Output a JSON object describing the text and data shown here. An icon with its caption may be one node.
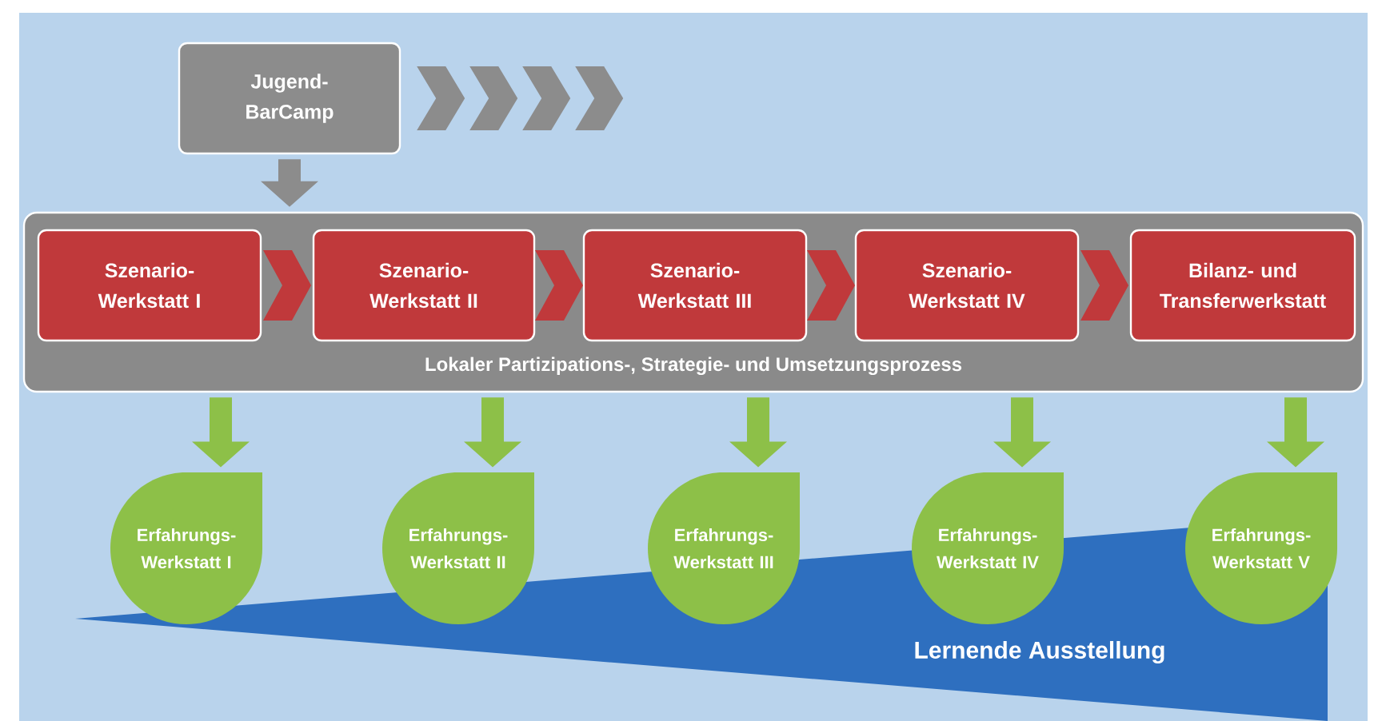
{
  "diagram": {
    "nodes": [
      {
        "text": [
          "Jugend- BarCamp"
        ]
      },
      {
        "text": [
          "Lokaler Partizipations-, Strategie- und Umsetzungsprozess"
        ]
      },
      {
        "text": [
          "Szenario- Werkstatt I"
        ],
        "in": 1
      },
      {
        "text": [
          "Szenario- Werkstatt II"
        ],
        "in": 1
      },
      {
        "text": [
          "Szenario- Werkstatt III"
        ],
        "in": 1
      },
      {
        "text": [
          "Szenario- Werkstatt IV"
        ],
        "in": 1
      },
      {
        "text": [
          "Bilanz- und Transferwerkstatt"
        ],
        "in": 1
      },
      {
        "text": [
          "Erfahrungs- Werkstatt I"
        ]
      },
      {
        "text": [
          "Erfahrungs- Werkstatt II"
        ]
      },
      {
        "text": [
          "Erfahrungs- Werkstatt III"
        ]
      },
      {
        "text": [
          "Erfahrungs- Werkstatt IV"
        ]
      },
      {
        "text": [
          "Erfahrungs- Werkstatt V"
        ]
      },
      {
        "text": [
          "Lernende Ausstellung"
        ]
      }
    ],
    "edges": [
      {
        "from": 0,
        "to": null,
        "arrow": "to",
        "color": "#8c8c8c"
      },
      {
        "from": 0,
        "to": 1,
        "arrow": "to",
        "color": "#8c8c8c"
      },
      {
        "from": 2,
        "to": 3,
        "arrow": "to",
        "color": "#c0393b"
      },
      {
        "from": 3,
        "to": 4,
        "arrow": "to",
        "color": "#c0393b"
      },
      {
        "from": 4,
        "to": 5,
        "arrow": "to",
        "color": "#c0393b"
      },
      {
        "from": 5,
        "to": 6,
        "arrow": "to",
        "color": "#c0393b"
      },
      {
        "from": 1,
        "to": 7,
        "arrow": "to",
        "color": "#8dc048"
      },
      {
        "from": 1,
        "to": 8,
        "arrow": "to",
        "color": "#8dc048"
      },
      {
        "from": 1,
        "to": 9,
        "arrow": "to",
        "color": "#8dc048"
      },
      {
        "from": 1,
        "to": 10,
        "arrow": "to",
        "color": "#8dc048"
      },
      {
        "from": 1,
        "to": 11,
        "arrow": "to",
        "color": "#8dc048"
      }
    ]
  }
}
